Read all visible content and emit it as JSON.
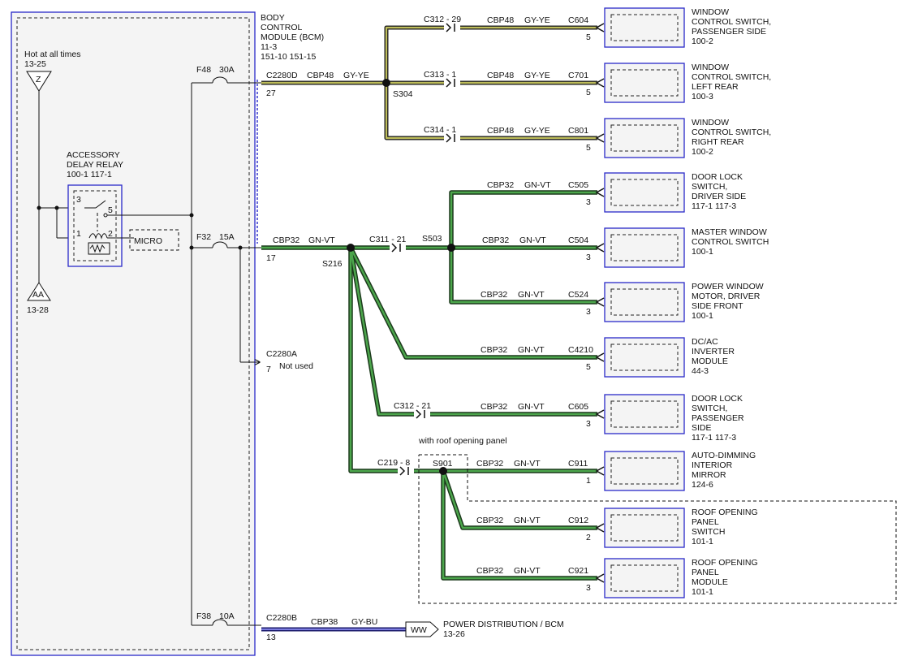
{
  "bcm": {
    "title": [
      "BODY",
      "CONTROL",
      "MODULE (BCM)"
    ],
    "refs": [
      "11-3",
      "151-10   151-15"
    ]
  },
  "hot": {
    "label": "Hot at all times",
    "ref": "13-25",
    "top_symbol": "Z",
    "bottom_symbol": "AA",
    "bottom_ref": "13-28"
  },
  "relay": {
    "title": [
      "ACCESSORY",
      "DELAY RELAY"
    ],
    "refs": "100-1   117-1",
    "pins": [
      "3",
      "5",
      "1",
      "2"
    ],
    "micro": "MICRO"
  },
  "fuses": [
    {
      "name": "F48",
      "rating": "30A"
    },
    {
      "name": "F32",
      "rating": "15A"
    },
    {
      "name": "F38",
      "rating": "10A"
    }
  ],
  "bcm_pins": [
    {
      "connector": "C2280D",
      "pin": "27"
    },
    {
      "connector": "C2280A",
      "pin": "17"
    },
    {
      "connector": "C2280A",
      "pin": "7",
      "note": "Not used"
    },
    {
      "connector": "C2280B",
      "pin": "13"
    }
  ],
  "circuits": {
    "gy_ye": {
      "code": "CBP48",
      "color": "GY-YE"
    },
    "gn_vt": {
      "code": "CBP32",
      "color": "GN-VT"
    },
    "gy_bu": {
      "code": "CBP38",
      "color": "GY-BU"
    }
  },
  "splices": [
    "S304",
    "S216",
    "S503",
    "S901"
  ],
  "inline": [
    "C312 - 29",
    "C313 - 1",
    "C314 - 1",
    "C311 - 21",
    "C312 - 21",
    "C219 - 8"
  ],
  "option_label": "with roof opening panel",
  "power_dist": {
    "symbol": "WW",
    "label": "POWER DISTRIBUTION / BCM",
    "ref": "13-26"
  },
  "components": [
    {
      "connector": "C604",
      "pin": "5",
      "name": [
        "WINDOW",
        "CONTROL SWITCH,",
        "PASSENGER SIDE"
      ],
      "ref": "100-2"
    },
    {
      "connector": "C701",
      "pin": "5",
      "name": [
        "WINDOW",
        "CONTROL SWITCH,",
        "LEFT REAR"
      ],
      "ref": "100-3"
    },
    {
      "connector": "C801",
      "pin": "5",
      "name": [
        "WINDOW",
        "CONTROL SWITCH,",
        "RIGHT REAR"
      ],
      "ref": "100-2"
    },
    {
      "connector": "C505",
      "pin": "3",
      "name": [
        "DOOR LOCK",
        "SWITCH,",
        "DRIVER SIDE"
      ],
      "ref": "117-1   117-3"
    },
    {
      "connector": "C504",
      "pin": "3",
      "name": [
        "MASTER WINDOW",
        "CONTROL SWITCH"
      ],
      "ref": "100-1"
    },
    {
      "connector": "C524",
      "pin": "3",
      "name": [
        "POWER WINDOW",
        "MOTOR, DRIVER",
        "SIDE FRONT"
      ],
      "ref": "100-1"
    },
    {
      "connector": "C4210",
      "pin": "5",
      "name": [
        "DC/AC",
        "INVERTER",
        "MODULE"
      ],
      "ref": "44-3"
    },
    {
      "connector": "C605",
      "pin": "3",
      "name": [
        "DOOR LOCK",
        "SWITCH,",
        "PASSENGER",
        "SIDE"
      ],
      "ref": "117-1   117-3"
    },
    {
      "connector": "C911",
      "pin": "1",
      "name": [
        "AUTO-DIMMING",
        "INTERIOR",
        "MIRROR"
      ],
      "ref": "124-6"
    },
    {
      "connector": "C912",
      "pin": "2",
      "name": [
        "ROOF OPENING",
        "PANEL",
        "SWITCH"
      ],
      "ref": "101-1"
    },
    {
      "connector": "C921",
      "pin": "3",
      "name": [
        "ROOF OPENING",
        "PANEL",
        "MODULE"
      ],
      "ref": "101-1"
    }
  ]
}
